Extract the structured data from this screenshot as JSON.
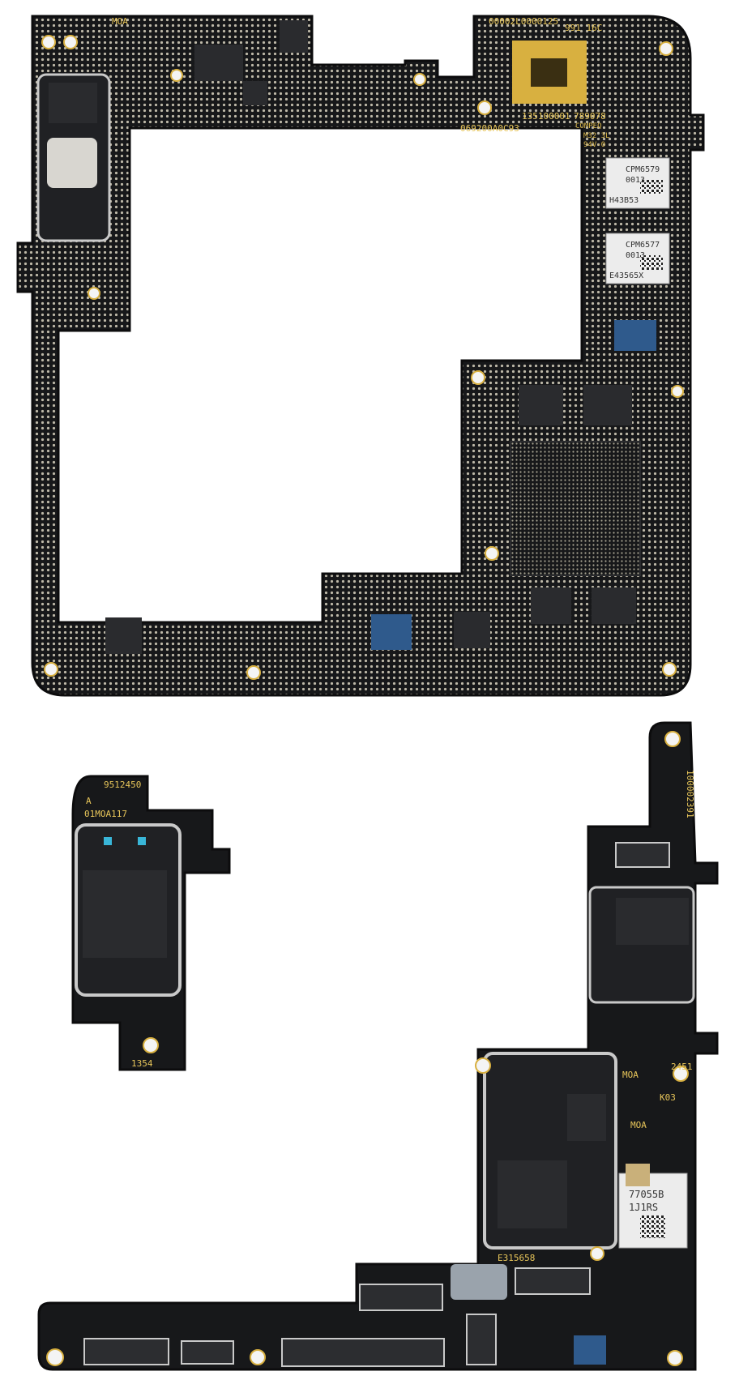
{
  "colors": {
    "board": "#17181a",
    "board_edge": "#0c0c0d",
    "pad": "#bdb8a8",
    "gold": "#d8b040",
    "shield": "#c9c9c9",
    "ic": "#2a2b2e",
    "blue": "#2f5a8c",
    "cyan": "#39b6d8",
    "label": "#e9e9e9"
  },
  "top_board": {
    "silk": {
      "moa": "MOA",
      "serial": "00002L0000125",
      "s991": "991 16C",
      "s135": "135100001",
      "s789": "789078",
      "s069": "069200A0C93",
      "compeq": "COMPEQ",
      "m32": "M32 3L",
      "v94": "94V-0"
    },
    "chips": {
      "cpm1_a": "CPM6579",
      "cpm1_b": "0013",
      "cpm1_c": "H43B53",
      "cpm2_a": "CPM6577",
      "cpm2_b": "0013",
      "cpm2_c": "E43565X"
    }
  },
  "small_board": {
    "silk": {
      "s9512": "9512450",
      "a": "A",
      "s01moa": "01MOA117",
      "s1354": "1354"
    }
  },
  "l_board": {
    "silk": {
      "s1000": "100002391",
      "s2451": "2451",
      "moa1": "MOA",
      "k03": "K03",
      "moa2": "MOA",
      "e315": "E315658"
    },
    "chips": {
      "lbl_a": "77055B",
      "lbl_b": "1J1RS"
    }
  }
}
